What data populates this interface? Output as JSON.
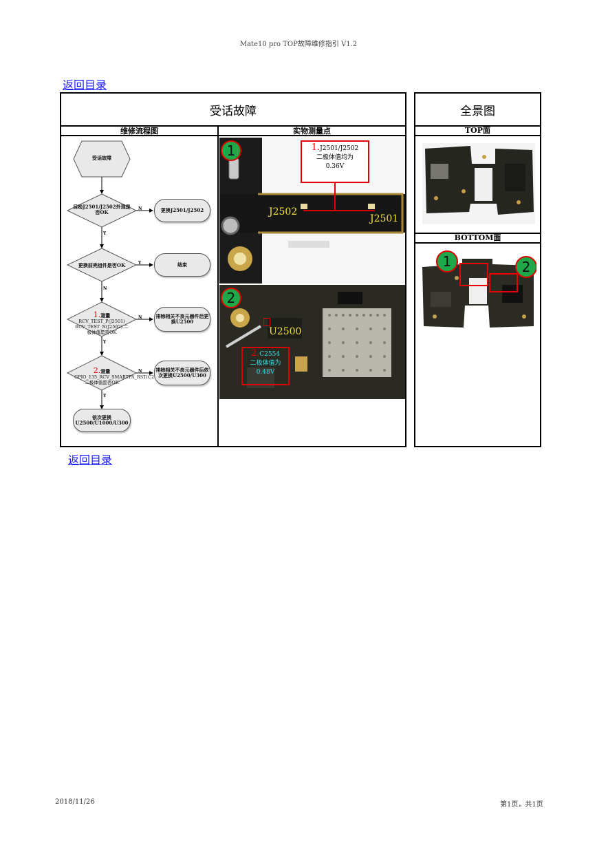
{
  "header": {
    "doc_title": "Mate10 pro TOP故障维修指引 V1.2"
  },
  "nav": {
    "back_label": "返回目录"
  },
  "main": {
    "title": "受话故障",
    "col_flow": "维修流程图",
    "col_measure": "实物测量点"
  },
  "overview": {
    "title": "全景图",
    "top_label": "TOP面",
    "bottom_label": "BOTTOM面",
    "marker1": "1",
    "marker2": "2"
  },
  "flowchart": {
    "start": "受话故障",
    "d1": "目检J2501/J2502外观是否OK",
    "a1": "更换J2501/J2502",
    "d2": "更换前壳组件是否OK",
    "a2": "结束",
    "d3_num": "1.",
    "d3_title": "测量",
    "d3_body": "RCV_TEST_P(J2501) RCV_TEST_N(J2502) 二极体值是否OK",
    "a3": "排除相关不良元器件后更换U2500",
    "d4_num": "2.",
    "d4_title": "测量",
    "d4_body": "GPIO_135_RCV_SMARTPA_RST(C2554) 二极体值是否OK",
    "a4": "排除相关不良元器件后依次更换U2500/U300",
    "end": "依次更换 U2500/U1000/U300",
    "yes": "Y",
    "no": "N"
  },
  "photos": {
    "p1_marker": "1",
    "p1_callout_num": "1.",
    "p1_callout_ref": "J2501/J2502",
    "p1_callout_line2": "二极体值均为",
    "p1_callout_line3": "0.36V",
    "p1_label_a": "J2502",
    "p1_label_b": "J2501",
    "p2_marker": "2",
    "p2_label_chip": "U2500",
    "p2_callout_num": "2.",
    "p2_callout_ref": "C2554",
    "p2_callout_line2": "二极体值为",
    "p2_callout_line3": "0.48V"
  },
  "footer": {
    "date": "2018/11/26",
    "page": "第1页，共1页"
  }
}
